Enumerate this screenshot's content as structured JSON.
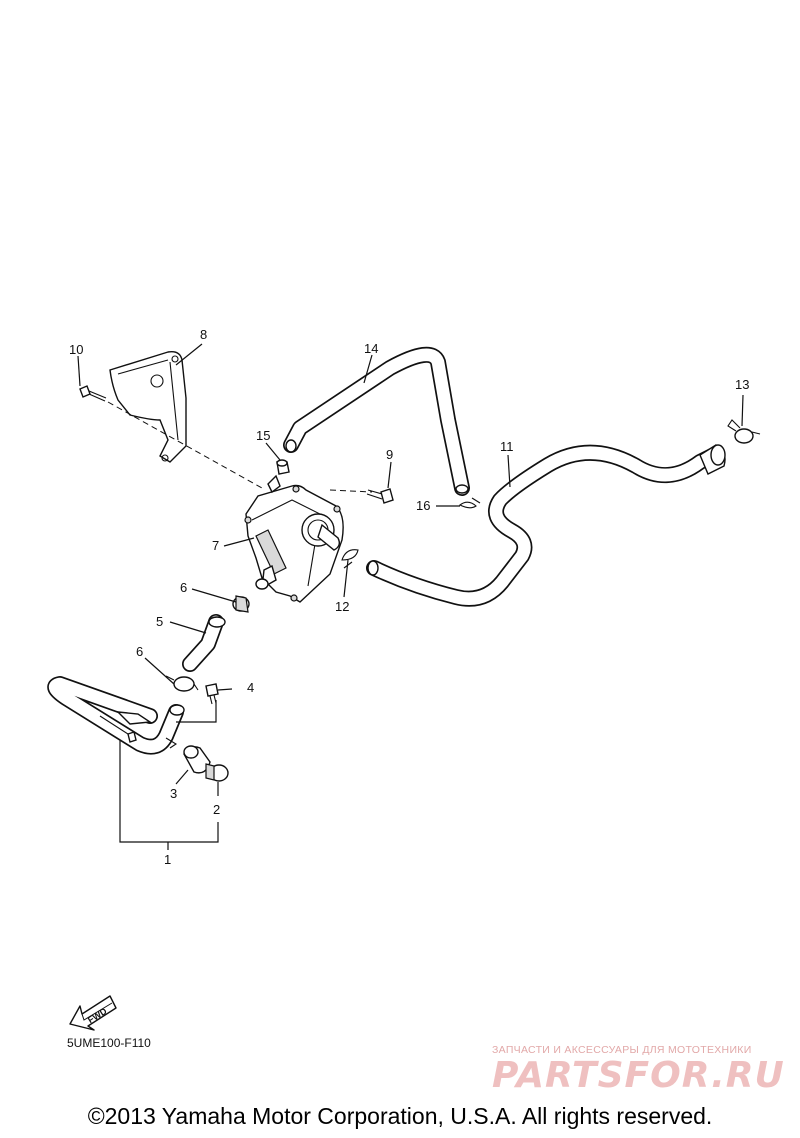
{
  "diagram": {
    "callouts": [
      {
        "id": "1",
        "text": "1"
      },
      {
        "id": "2",
        "text": "2"
      },
      {
        "id": "3",
        "text": "3"
      },
      {
        "id": "4",
        "text": "4"
      },
      {
        "id": "5",
        "text": "5"
      },
      {
        "id": "6a",
        "text": "6"
      },
      {
        "id": "6b",
        "text": "6"
      },
      {
        "id": "7",
        "text": "7"
      },
      {
        "id": "8",
        "text": "8"
      },
      {
        "id": "9",
        "text": "9"
      },
      {
        "id": "10",
        "text": "10"
      },
      {
        "id": "11",
        "text": "11"
      },
      {
        "id": "12",
        "text": "12"
      },
      {
        "id": "13",
        "text": "13"
      },
      {
        "id": "14",
        "text": "14"
      },
      {
        "id": "15",
        "text": "15"
      },
      {
        "id": "16",
        "text": "16"
      }
    ],
    "fwd_label": "FWD",
    "code": "5UME100-F110"
  },
  "watermark": {
    "tagline": "ЗАПЧАСТИ И АКСЕССУАРЫ ДЛЯ МОТОТЕХНИКИ",
    "logo": "PARTSFOR.RU"
  },
  "footer": {
    "copyright": "©2013 Yamaha Motor Corporation, U.S.A. All rights reserved."
  },
  "colors": {
    "line": "#111111",
    "watermark": "#efc0c0",
    "background": "#ffffff"
  }
}
